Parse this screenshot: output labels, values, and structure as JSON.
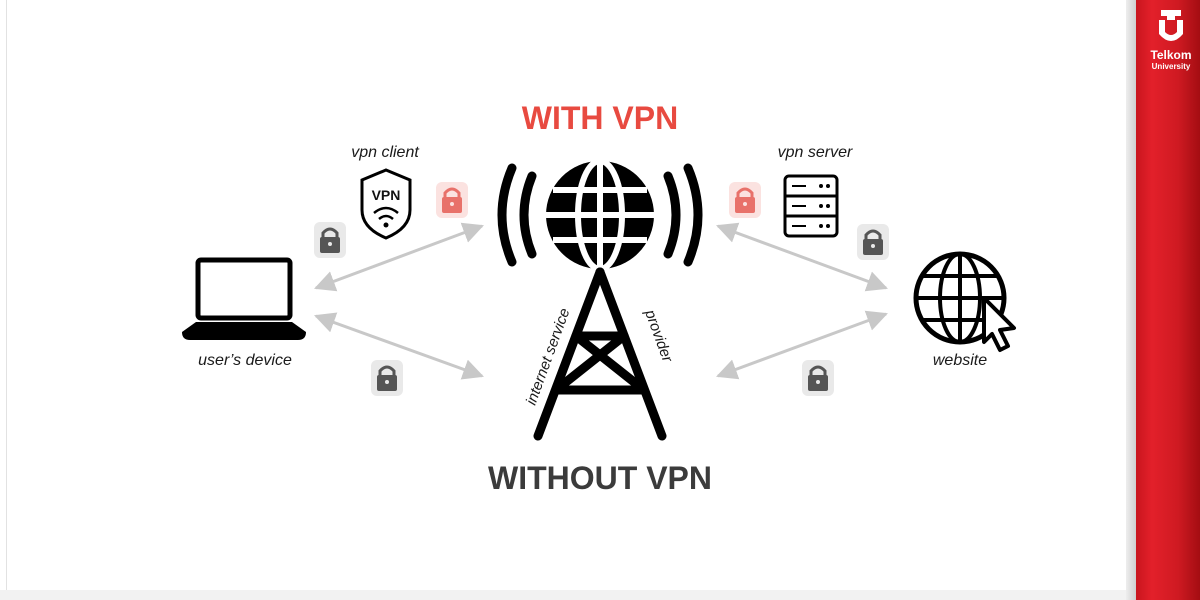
{
  "title_with_vpn": "WITH VPN",
  "title_without_vpn": "WITHOUT VPN",
  "labels": {
    "vpn_client": "vpn client",
    "vpn_server": "vpn server",
    "user_device": "user’s device",
    "website": "website",
    "isp_part1": "internet service",
    "isp_part2": "provider",
    "vpn_badge": "VPN"
  },
  "logo": {
    "name": "Telkom",
    "sub": "University"
  },
  "colors": {
    "accent_red": "#e84a40",
    "dark_text": "#3b3b3b",
    "arrow_gray": "#c8c8c8",
    "lock_gray": "#555555",
    "lock_red": "#e8716a",
    "brand_red": "#e3202a"
  },
  "icons": [
    "laptop-icon",
    "vpn-shield-icon",
    "tower-icon",
    "globe-icon",
    "server-icon",
    "website-globe-cursor-icon",
    "lock-icon"
  ]
}
